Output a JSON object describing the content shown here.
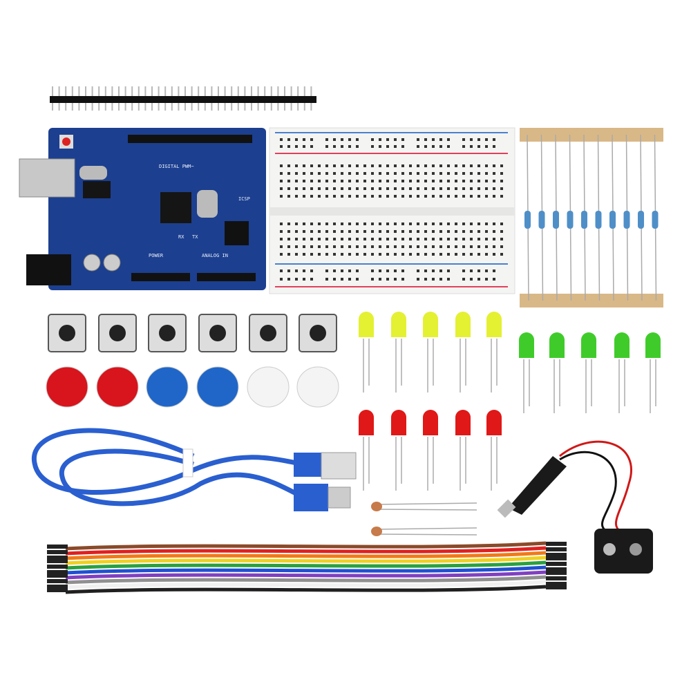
{
  "board": {
    "color": "#1c3f8f",
    "silkscreen": {
      "digital": "DIGITAL PWM~",
      "power": "POWER",
      "analog": "ANALOG IN",
      "tx": "TX",
      "rx": "RX",
      "icsp": "ICSP"
    }
  },
  "breadboard": {
    "color": "#f4f4f2",
    "rail_red": "#e0405a",
    "rail_blue": "#4a7fd0"
  },
  "resistors": {
    "body": "#4f8fc8",
    "tape": "#d9b887",
    "count": 10
  },
  "buttons": {
    "cap_colors": [
      "#d8141c",
      "#d8141c",
      "#1f66c8",
      "#1f66c8",
      "#f4f4f4",
      "#f4f4f4"
    ]
  },
  "leds": {
    "yellow": [
      "#e4f032",
      "#e4f032",
      "#e4f032",
      "#e4f032",
      "#e4f032"
    ],
    "green": [
      "#3fcc2a",
      "#3fcc2a",
      "#3fcc2a",
      "#3fcc2a",
      "#3fcc2a"
    ],
    "red": [
      "#e01818",
      "#e01818",
      "#e01818",
      "#e01818",
      "#e01818"
    ]
  },
  "usb_cable": {
    "color": "#2a5fd0"
  },
  "jumper_wires": {
    "colors": [
      "#8a4a2a",
      "#e02020",
      "#f07a18",
      "#f0d020",
      "#2aa040",
      "#2050d0",
      "#8040c0",
      "#909090",
      "#f0f0f0",
      "#202020"
    ]
  },
  "battery_clip": {
    "color": "#1a1a1a"
  }
}
